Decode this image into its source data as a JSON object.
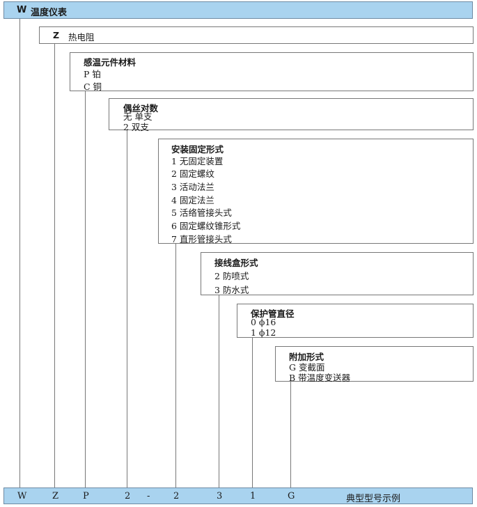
{
  "top_bar": {
    "code": "W",
    "label": "温度仪表"
  },
  "boxes": {
    "z": {
      "code": "Z",
      "title": "热电阻"
    },
    "material": {
      "title": "感温元件材料",
      "items": [
        "P 铂",
        "C 铜"
      ]
    },
    "couple": {
      "title": "偶丝对数",
      "items": [
        "无 单支",
        "2 双支"
      ]
    },
    "mount": {
      "title": "安装固定形式",
      "items": [
        "1 无固定装置",
        "2 固定螺纹",
        "3 活动法兰",
        "4 固定法兰",
        "5 活络管接头式",
        "6 固定螺纹锥形式",
        "7 直形管接头式"
      ]
    },
    "junction": {
      "title": "接线盒形式",
      "items": [
        "2 防喷式",
        "3 防水式"
      ]
    },
    "tube": {
      "title": "保护管直径",
      "items": [
        "0 ϕ16",
        "1 ϕ12"
      ]
    },
    "extra": {
      "title": "附加形式",
      "items": [
        "G 变截面",
        "B 带温度变送器"
      ]
    }
  },
  "bottom_bar": {
    "codes": [
      "W",
      "Z",
      "P",
      "2",
      "-",
      "2",
      "3",
      "1",
      "G"
    ],
    "caption": "典型型号示例"
  },
  "colors": {
    "bar_fill": "#a9d3ef",
    "line": "#777777"
  }
}
